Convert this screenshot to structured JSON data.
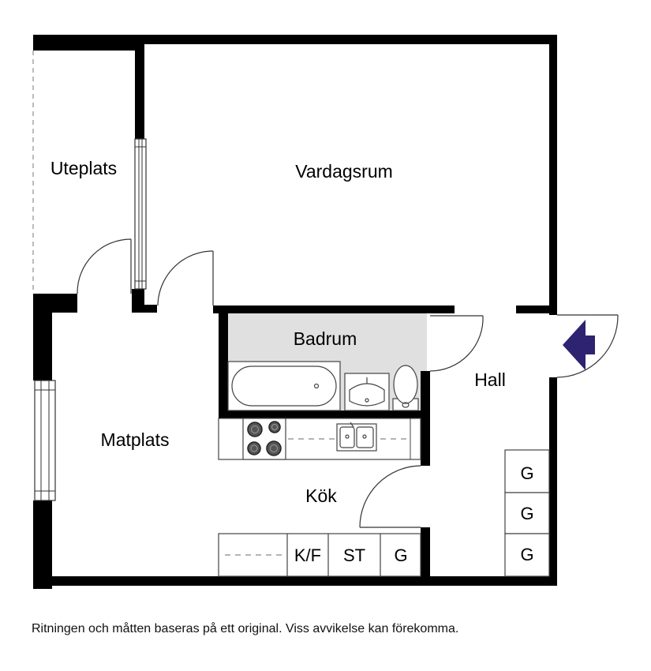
{
  "floorplan": {
    "rooms": {
      "uteplats": "Uteplats",
      "vardagsrum": "Vardagsrum",
      "badrum": "Badrum",
      "hall": "Hall",
      "matplats": "Matplats",
      "kok": "Kök"
    },
    "appliances": {
      "kyl_frys": "K/F",
      "spis": "ST",
      "kitchen_cabinet": "G",
      "hall_closet_1": "G",
      "hall_closet_2": "G",
      "hall_closet_3": "G"
    },
    "icons": {
      "entrance": "entrance-arrow-icon"
    },
    "colors": {
      "wall": "#000000",
      "bathroom_floor": "#e0e0e0",
      "entrance_arrow": "#2e2370"
    }
  },
  "disclaimer": "Ritningen och måtten baseras på ett original. Viss avvikelse kan förekomma."
}
